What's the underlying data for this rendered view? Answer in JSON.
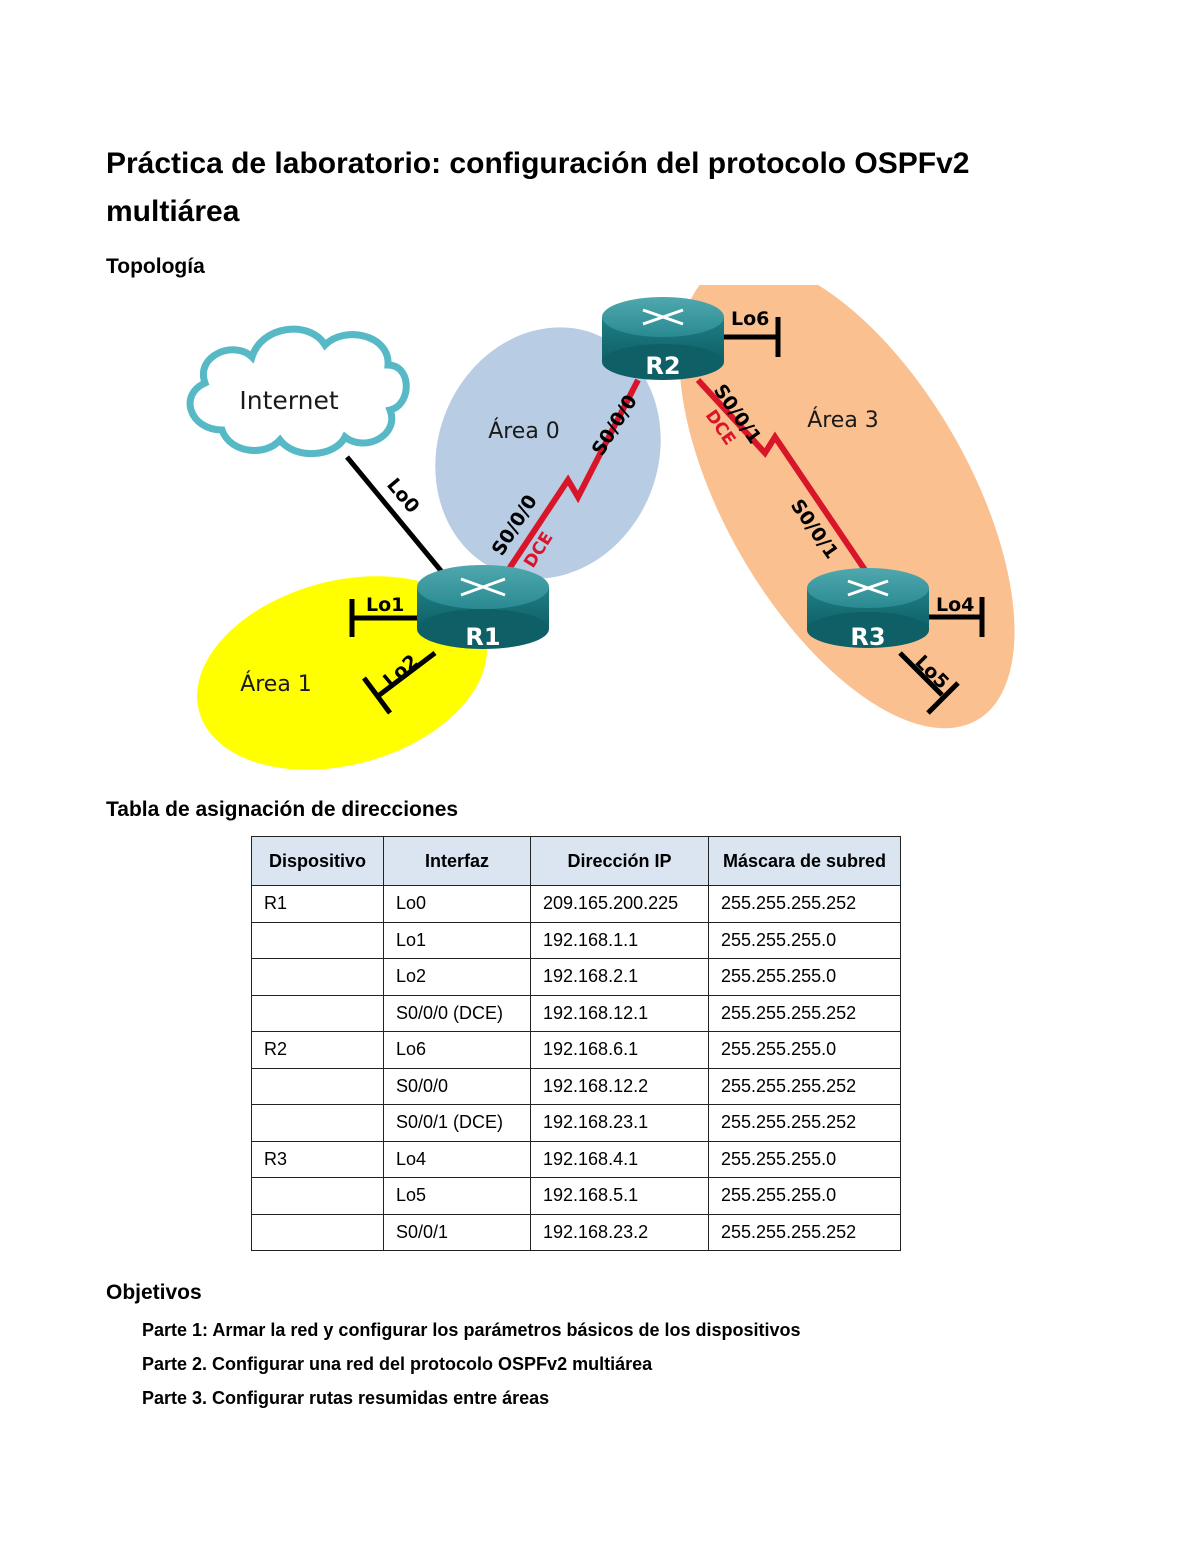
{
  "title": "Práctica de laboratorio: configuración del protocolo OSPFv2 multiárea",
  "sections": {
    "topology": "Topología",
    "addressing": "Tabla de asignación de direcciones",
    "objectives": "Objetivos"
  },
  "diagram": {
    "cloud_label": "Internet",
    "areas": {
      "area0": "Área 0",
      "area1": "Área 1",
      "area3": "Área 3"
    },
    "routers": {
      "r1": "R1",
      "r2": "R2",
      "r3": "R3"
    },
    "links": {
      "lo0": "Lo0",
      "lo1": "Lo1",
      "lo2": "Lo2",
      "lo4": "Lo4",
      "lo5": "Lo5",
      "lo6": "Lo6",
      "r1_s000": "S0/0/0",
      "r2_s000": "S0/0/0",
      "r2_s001": "S0/0/1",
      "r3_s001": "S0/0/1",
      "dce": "DCE"
    },
    "colors": {
      "area0": "#b8cce4",
      "area1": "#ffff00",
      "area3": "#fac090",
      "serial": "#d9152a",
      "router": "#1f7f86"
    }
  },
  "table": {
    "headers": [
      "Dispositivo",
      "Interfaz",
      "Dirección IP",
      "Máscara de subred"
    ],
    "rows": [
      [
        "R1",
        "Lo0",
        "209.165.200.225",
        "255.255.255.252"
      ],
      [
        "",
        "Lo1",
        "192.168.1.1",
        "255.255.255.0"
      ],
      [
        "",
        "Lo2",
        "192.168.2.1",
        "255.255.255.0"
      ],
      [
        "",
        "S0/0/0 (DCE)",
        "192.168.12.1",
        "255.255.255.252"
      ],
      [
        "R2",
        "Lo6",
        "192.168.6.1",
        "255.255.255.0"
      ],
      [
        "",
        "S0/0/0",
        "192.168.12.2",
        "255.255.255.252"
      ],
      [
        "",
        "S0/0/1 (DCE)",
        "192.168.23.1",
        "255.255.255.252"
      ],
      [
        "R3",
        "Lo4",
        "192.168.4.1",
        "255.255.255.0"
      ],
      [
        "",
        "Lo5",
        "192.168.5.1",
        "255.255.255.0"
      ],
      [
        "",
        "S0/0/1",
        "192.168.23.2",
        "255.255.255.252"
      ]
    ]
  },
  "objectives": [
    "Parte 1: Armar la red y configurar los parámetros básicos de los dispositivos",
    "Parte 2. Configurar una red del protocolo OSPFv2 multiárea",
    "Parte 3. Configurar rutas resumidas entre áreas"
  ]
}
